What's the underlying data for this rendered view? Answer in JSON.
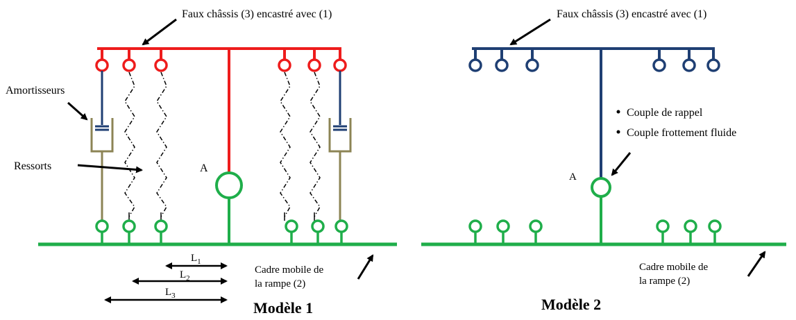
{
  "colors": {
    "red": "#ee1c1c",
    "blue": "#1f3f73",
    "green": "#1fae4a",
    "damper": "#8c8455",
    "black": "#000000"
  },
  "model1": {
    "title": "Modèle 1",
    "chassis_label": "Faux châssis (3) encastré avec (1)",
    "dampers_label": "Amortisseurs",
    "springs_label": "Ressorts",
    "pivot_label": "A",
    "frame_label_line1": "Cadre mobile de",
    "frame_label_line2": "la rampe (2)",
    "dim_L1": "L",
    "dim_L1_sub": "1",
    "dim_L2": "L",
    "dim_L2_sub": "2",
    "dim_L3": "L",
    "dim_L3_sub": "3"
  },
  "model2": {
    "title": "Modèle 2",
    "chassis_label": "Faux châssis (3) encastré avec (1)",
    "bullet_1": "Couple de rappel",
    "bullet_2": "Couple frottement fluide",
    "pivot_label": "A",
    "frame_label_line1": "Cadre mobile de",
    "frame_label_line2": "la rampe (2)"
  }
}
